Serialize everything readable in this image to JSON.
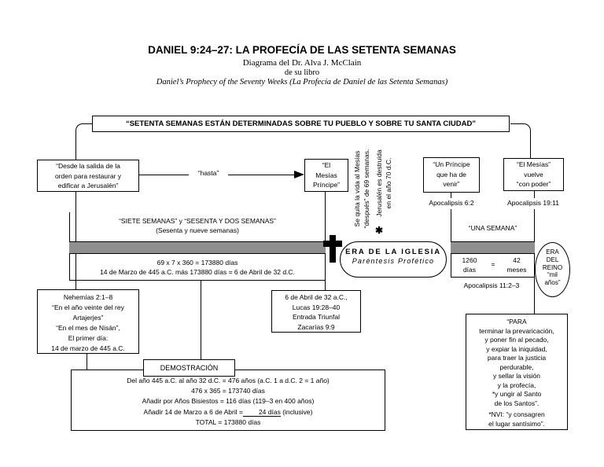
{
  "header": {
    "title": "DANIEL 9:24–27: LA PROFECÍA DE LAS SETENTA SEMANAS",
    "subtitle": "Diagrama del Dr. Alva J. McClain",
    "subtitle2": "de su libro",
    "book_title": "Daniel’s Prophecy of the Seventy Weeks (La Profecía de Daniel de las Setenta Semanas)"
  },
  "banner": {
    "text": "“SETENTA SEMANAS ESTÁN DETERMINADAS SOBRE TU PUEBLO Y SOBRE TU SANTA CIUDAD”"
  },
  "flow": {
    "desde_box": "“Desde la salida de la\norden para restaurar y\nedificar a Jerusalén”",
    "hasta_label": "“hasta”",
    "mesias_principe_box": "“El\nMesías\nPríncipe”",
    "rotated_note_1": "Se quita la vida al Mesías\n“después” de 69 semanas.",
    "rotated_note_2": "Jerusalén es destruida\nen el año 70 d.C.",
    "asterisk": "✱",
    "principe_box": "“Un Príncipe\nque ha de\nvenir”",
    "principe_ref": "Apocalipsis 6:2",
    "vuelve_box": "“El Mesías”\nvuelve\n“con poder”",
    "vuelve_ref": "Apocalipsis 19:11"
  },
  "weeks69": {
    "header": "“SIETE SEMANAS” y “SESENTA Y DOS SEMANAS”\n(Sesenta y nueve semanas)",
    "calc": "69 x 7 x 360  =  173880 días\n14 de Marzo de 445 a.C. más 173880 días = 6 de Abril de 32 d.C."
  },
  "church_era": {
    "title": "ERA DE LA IGLESIA",
    "subtitle": "Paréntesis Profético"
  },
  "week70": {
    "header": "“UNA SEMANA”",
    "days": "1260\ndías",
    "equals": "=",
    "months": "42\nmeses",
    "ref": "Apocalipsis 11:2–3"
  },
  "kingdom_era": {
    "text": "ERA\nDEL\nREINO\n“mil\naños”"
  },
  "nehemiah_box": {
    "text": "Nehemías 2:1–8\n“En el año veinte del rey\nArtajerjes”\n“En el mes de Nisán”,\nEl primer día:\n14 de marzo de 445 a.C."
  },
  "triumphal_box": {
    "text": "6 de Abril de 32 a.C.,\nLucas 19:28–40\nEntrada Triunfal\nZacarías 9:9"
  },
  "demonstration": {
    "tab": "DEMOSTRACIÓN",
    "line1": "Del año 445 a.C. al año 32 d.C. =  476 años (a.C. 1 a d.C. 2 = 1 año)",
    "line2": "476 x 365 = 173740 días",
    "line3": "Añadir por Años Bisiestos =  116 días (119–3 en 400 años)",
    "line4_pre": "Añadir 14 de Marzo a 6 de Abril =",
    "line4_underlined": "24 días",
    "line4_post": " (inclusive)",
    "line5": "TOTAL = 173880 días"
  },
  "purpose_box": {
    "main": "“PARA\nterminar la prevaricación,\ny poner fin al pecado,\ny expiar la iniquidad,\npara traer la justicia\nperdurable,\ny sellar la visión\ny la profecía,\n*y ungir al Santo\nde los Santos”.",
    "note": "*NVI: “y consagren\nel lugar santísimo”."
  },
  "colors": {
    "timeline_bar_gray": "#8f8f8f",
    "line_black": "#000000",
    "background": "#ffffff"
  }
}
